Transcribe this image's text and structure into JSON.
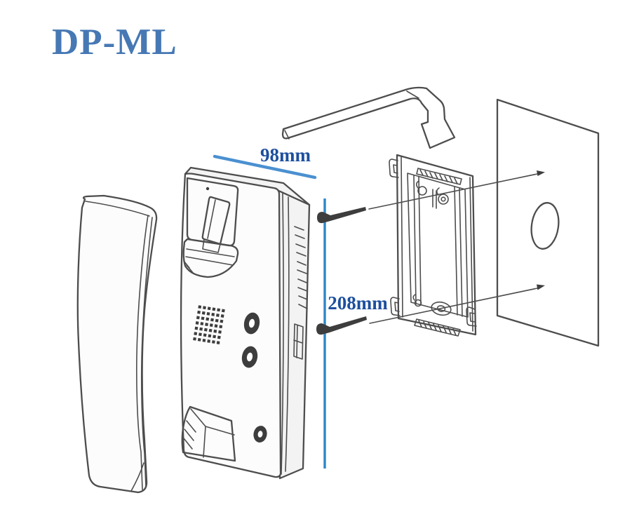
{
  "header": {
    "model": "DP-ML"
  },
  "diagram": {
    "dimensions": {
      "width": {
        "label": "98mm"
      },
      "height": {
        "label": "208mm"
      }
    },
    "colors": {
      "title_blue": "#4678B4",
      "dimension_text": "#1D4F9E",
      "dimension_line_slanted": "#4A90D0",
      "dimension_line_vertical": "#2E86C8",
      "line_art": "#4D4D4D"
    },
    "parts": [
      "handset",
      "main-unit",
      "speaker-grille",
      "call-buttons",
      "mounting-screws",
      "mounting-bracket",
      "wall-panel",
      "cable-hole",
      "installation-arrow"
    ]
  }
}
